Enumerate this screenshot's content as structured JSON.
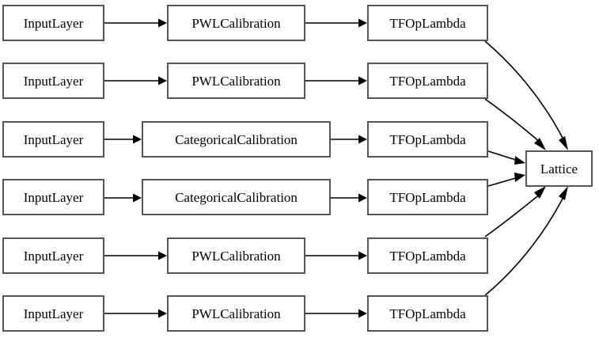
{
  "diagram": {
    "title": "Keras TensorFlow Lattice Model Graph",
    "type": "directed-graph",
    "rankdir": "left-to-right",
    "background_color": "#ffffff",
    "node_border_color": "#555555",
    "node_fill_color": "#ffffff",
    "edge_color": "#000000",
    "text_color": "#000000"
  },
  "nodes": {
    "row1": {
      "input": "InputLayer",
      "calibration": "PWLCalibration",
      "lambda": "TFOpLambda"
    },
    "row2": {
      "input": "InputLayer",
      "calibration": "PWLCalibration",
      "lambda": "TFOpLambda"
    },
    "row3": {
      "input": "InputLayer",
      "calibration": "CategoricalCalibration",
      "lambda": "TFOpLambda"
    },
    "row4": {
      "input": "InputLayer",
      "calibration": "CategoricalCalibration",
      "lambda": "TFOpLambda"
    },
    "row5": {
      "input": "InputLayer",
      "calibration": "PWLCalibration",
      "lambda": "TFOpLambda"
    },
    "row6": {
      "input": "InputLayer",
      "calibration": "PWLCalibration",
      "lambda": "TFOpLambda"
    },
    "output": {
      "lattice": "Lattice"
    }
  },
  "edges": {
    "count": 18,
    "list": [
      {
        "from": "InputLayer",
        "to": "PWLCalibration",
        "row": 1
      },
      {
        "from": "PWLCalibration",
        "to": "TFOpLambda",
        "row": 1
      },
      {
        "from": "TFOpLambda",
        "to": "Lattice",
        "row": 1
      },
      {
        "from": "InputLayer",
        "to": "PWLCalibration",
        "row": 2
      },
      {
        "from": "PWLCalibration",
        "to": "TFOpLambda",
        "row": 2
      },
      {
        "from": "TFOpLambda",
        "to": "Lattice",
        "row": 2
      },
      {
        "from": "InputLayer",
        "to": "CategoricalCalibration",
        "row": 3
      },
      {
        "from": "CategoricalCalibration",
        "to": "TFOpLambda",
        "row": 3
      },
      {
        "from": "TFOpLambda",
        "to": "Lattice",
        "row": 3
      },
      {
        "from": "InputLayer",
        "to": "CategoricalCalibration",
        "row": 4
      },
      {
        "from": "CategoricalCalibration",
        "to": "TFOpLambda",
        "row": 4
      },
      {
        "from": "TFOpLambda",
        "to": "Lattice",
        "row": 4
      },
      {
        "from": "InputLayer",
        "to": "PWLCalibration",
        "row": 5
      },
      {
        "from": "PWLCalibration",
        "to": "TFOpLambda",
        "row": 5
      },
      {
        "from": "TFOpLambda",
        "to": "Lattice",
        "row": 5
      },
      {
        "from": "InputLayer",
        "to": "PWLCalibration",
        "row": 6
      },
      {
        "from": "PWLCalibration",
        "to": "TFOpLambda",
        "row": 6
      },
      {
        "from": "TFOpLambda",
        "to": "Lattice",
        "row": 6
      }
    ]
  }
}
